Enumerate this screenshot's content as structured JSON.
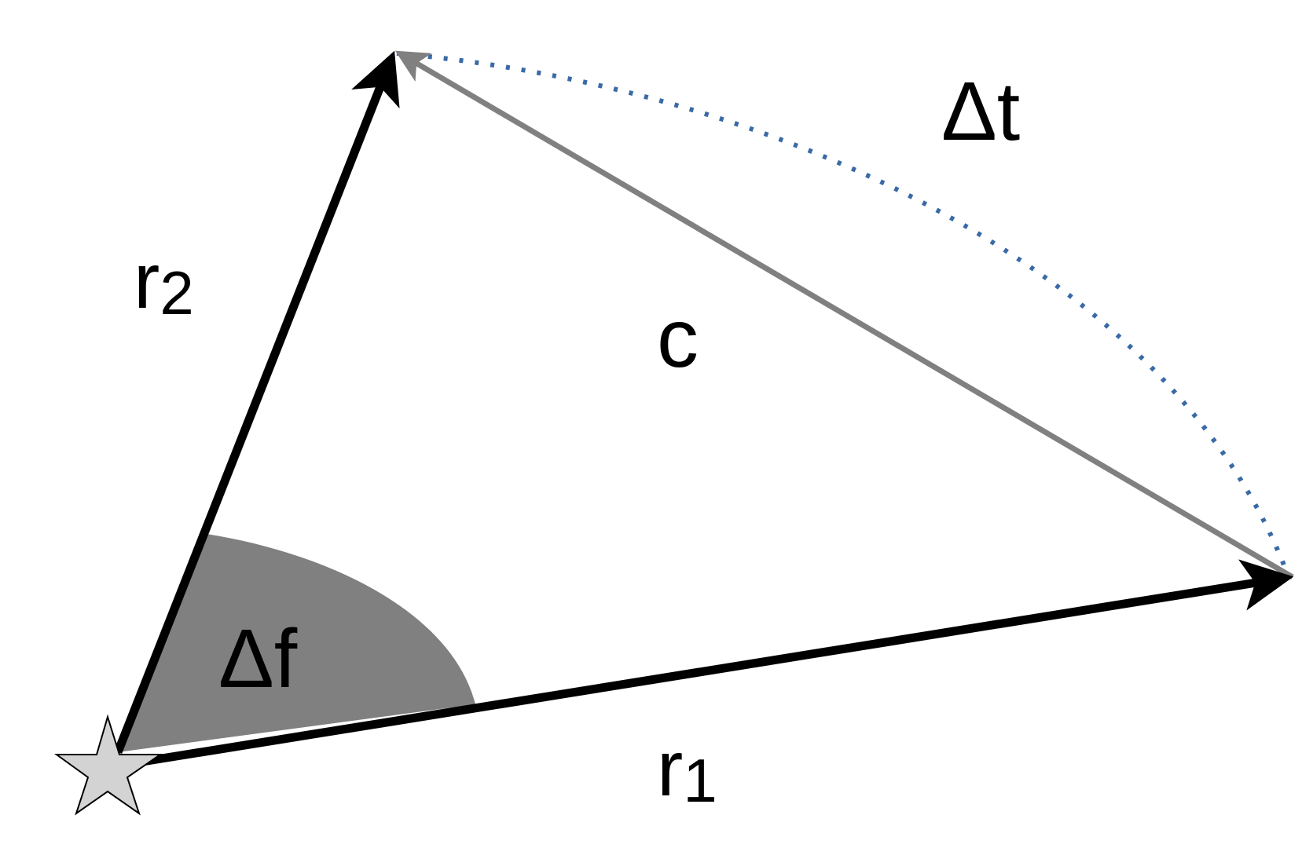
{
  "labels": {
    "r1_base": "r",
    "r1_sub": "1",
    "r2_base": "r",
    "r2_sub": "2",
    "chord": "c",
    "time": "Δt",
    "angle": "Δf"
  },
  "colors": {
    "vector": "#000000",
    "chord": "#808080",
    "sector": "#808080",
    "arc": "#3a6aa6",
    "star_fill": "#d3d3d3",
    "star_stroke": "#000000"
  },
  "icons": {
    "focus": "star-icon"
  }
}
